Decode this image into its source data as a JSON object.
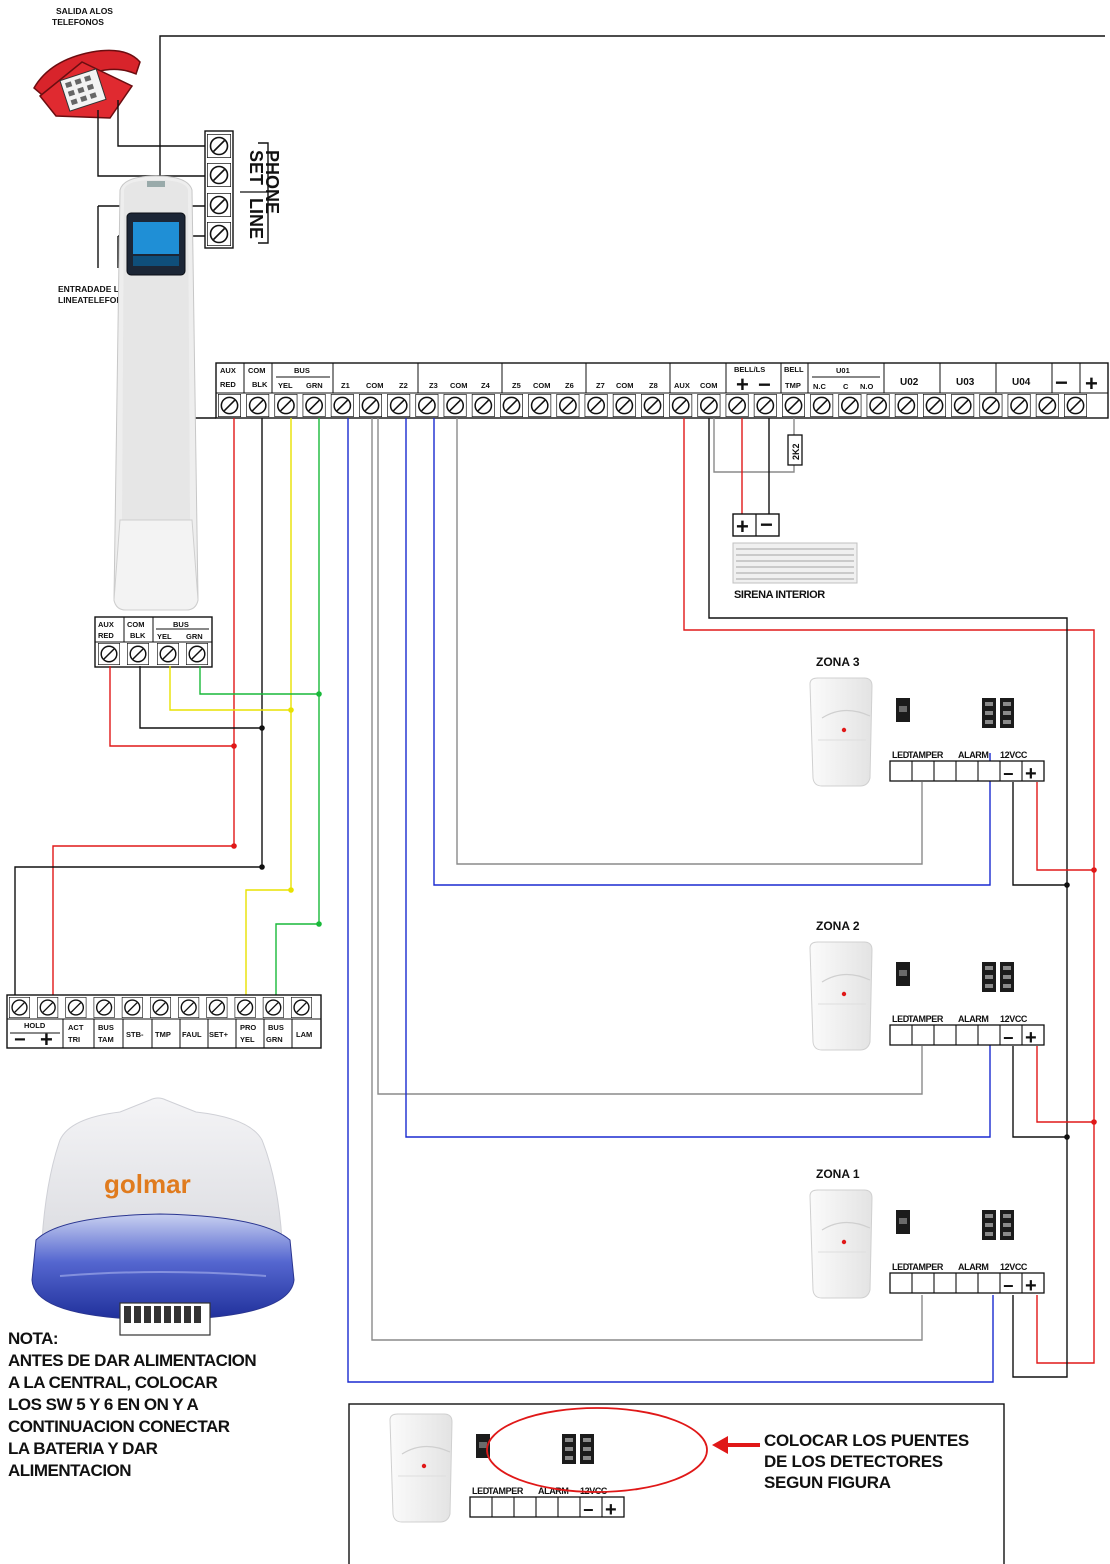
{
  "phone": {
    "out_label_1": "SALIDA ALOS",
    "out_label_2": "TELEFONOS",
    "in_label_1": "ENTRADADE LA",
    "in_label_2": "LINEATELEFONICA",
    "phone_label": "PHONE",
    "set_label": "SET",
    "line_label": "LINE"
  },
  "panel": {
    "terminal_tops": [
      "AUX",
      "COM",
      "BUS",
      "",
      "",
      "",
      "",
      "",
      "",
      "",
      "",
      "",
      "",
      "",
      "",
      "",
      "",
      "BELL/LS",
      "BELL",
      "U01"
    ],
    "t_aux": "AUX",
    "t_red": "RED",
    "t_com": "COM",
    "t_blk": "BLK",
    "t_bus": "BUS",
    "t_yel": "YEL",
    "t_grn": "GRN",
    "t_z1": "Z1",
    "t_com1": "COM",
    "t_z2": "Z2",
    "t_z3": "Z3",
    "t_com2": "COM",
    "t_z4": "Z4",
    "t_z5": "Z5",
    "t_com3": "COM",
    "t_z6": "Z6",
    "t_z7": "Z7",
    "t_com4": "COM",
    "t_z8": "Z8",
    "t_aux2": "AUX",
    "t_com5": "COM",
    "t_bell_ls": "BELL/LS",
    "t_plus": "+",
    "t_minus": "−",
    "t_bell": "BELL",
    "t_tmp": "TMP",
    "t_u01": "U01",
    "t_nc": "N.C",
    "t_c": "C",
    "t_no": "N.O",
    "t_u02": "U02",
    "t_u03": "U03",
    "t_u04": "U04",
    "t_pm": "−",
    "t_pp": "+"
  },
  "resistor": {
    "label": "2K2"
  },
  "siren_interior": {
    "label": "SIRENA INTERIOR",
    "plus": "+",
    "minus": "−"
  },
  "keypad": {
    "t_aux": "AUX",
    "t_red": "RED",
    "t_com": "COM",
    "t_blk": "BLK",
    "t_bus": "BUS",
    "t_yel": "YEL",
    "t_grn": "GRN"
  },
  "outdoor_siren": {
    "t_hold": "HOLD",
    "t_minus": "−",
    "t_plus": "+",
    "t_act": "ACT",
    "t_tri": "TRI",
    "t_bus": "BUS",
    "t_tam": "TAM",
    "t_stb": "STB-",
    "t_tmp": "TMP",
    "t_faul": "FAUL",
    "t_set": "SET+",
    "t_pro": "PRO",
    "t_yel": "YEL",
    "t_bus2": "BUS",
    "t_grn": "GRN",
    "t_lam": "LAM",
    "brand": "golmar"
  },
  "zones": [
    {
      "name": "ZONA 3"
    },
    {
      "name": "ZONA 2"
    },
    {
      "name": "ZONA 1"
    }
  ],
  "detector": {
    "led": "LED",
    "tamper": "TAMPER",
    "alarm": "ALARM",
    "vcc": "12VCC",
    "minus": "−",
    "plus": "+"
  },
  "nota": {
    "line1": "NOTA:",
    "line2": "ANTES DE DAR ALIMENTACION",
    "line3": "A LA CENTRAL, COLOCAR",
    "line4": "LOS SW 5 Y 6 EN ON Y A",
    "line5": "CONTINUACION CONECTAR",
    "line6": "LA BATERIA Y DAR",
    "line7": "ALIMENTACION"
  },
  "bridge_note": {
    "line1": "COLOCAR LOS PUENTES",
    "line2": "DE LOS DETECTORES",
    "line3": "SEGUN FIGURA"
  },
  "colors": {
    "red": "#e01818",
    "black": "#111111",
    "yellow": "#e8e200",
    "green": "#19b93a",
    "blue": "#1a2ad0",
    "gray": "#8a8a8a",
    "siren_blue": "#2b3bb8"
  }
}
